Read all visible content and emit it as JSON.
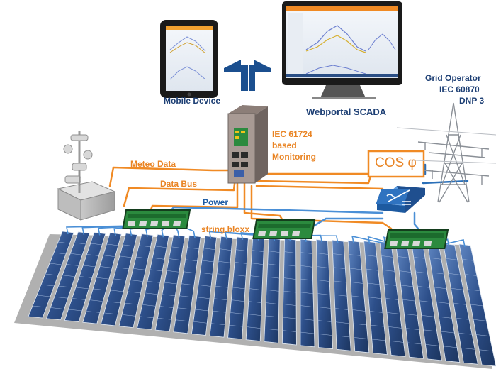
{
  "labels": {
    "mobile_device": "Mobile Device",
    "webportal": "Webportal SCADA",
    "monitoring_line1": "IEC 61724",
    "monitoring_line2": "based",
    "monitoring_line3": "Monitoring",
    "grid_line1": "Grid Operator",
    "grid_line2": "IEC 60870",
    "grid_line3": "DNP 3",
    "meteo": "Meteo Data",
    "data_bus": "Data Bus",
    "power": "Power",
    "string_bloxx": "string.bloxx",
    "cos_phi": "COS φ"
  },
  "colors": {
    "meteo_line": "#f08a24",
    "data_line": "#f08a24",
    "power_line": "#4a8fd6",
    "grid_line": "#2a6fb8",
    "arrow": "#1b4f8f",
    "inverter": "#2f73c0",
    "panel": "#2e4f86",
    "board": "#2b8a3e"
  },
  "icons": {
    "arrows": "up-arrows-icon",
    "tower": "transmission-tower-icon",
    "weather": "weather-station-icon",
    "inverter": "inverter-icon"
  }
}
